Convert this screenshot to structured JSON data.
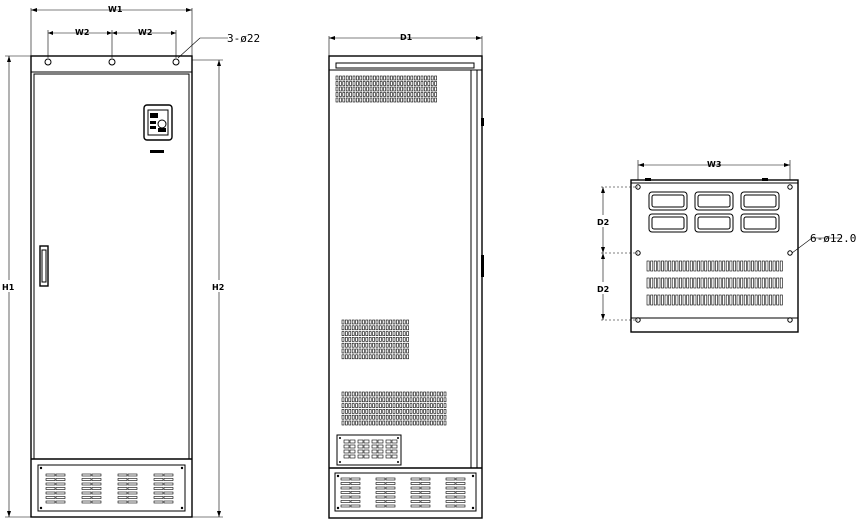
{
  "front_view": {
    "dim_w1": "W1",
    "dim_w2_left": "W2",
    "dim_w2_right": "W2",
    "dim_h1": "H1",
    "dim_h2": "H2",
    "hole_callout": "3-ø22"
  },
  "side_view": {
    "dim_d1": "D1"
  },
  "base_view": {
    "dim_w3": "W3",
    "dim_d2_top": "D2",
    "dim_d2_bottom": "D2",
    "hole_callout": "6-ø12.0"
  }
}
